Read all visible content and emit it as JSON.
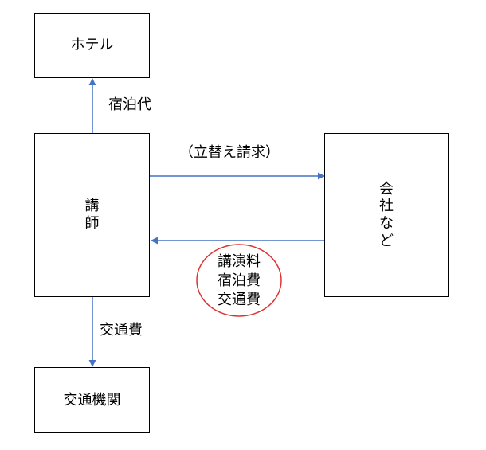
{
  "nodes": {
    "hotel": "ホテル",
    "lecturer_chars": [
      "講",
      "師"
    ],
    "company_chars": [
      "会",
      "社",
      "な",
      "ど"
    ],
    "transport": "交通機関"
  },
  "arrows": {
    "lodging_fee": "宿泊代",
    "reimbursement_claim": "（立替え請求）",
    "transport_fee": "交通費"
  },
  "payment_items": [
    "講演料",
    "宿泊費",
    "交通費"
  ],
  "colors": {
    "arrow": "#4472c4",
    "border": "#000000",
    "highlight_circle": "#e03131"
  }
}
